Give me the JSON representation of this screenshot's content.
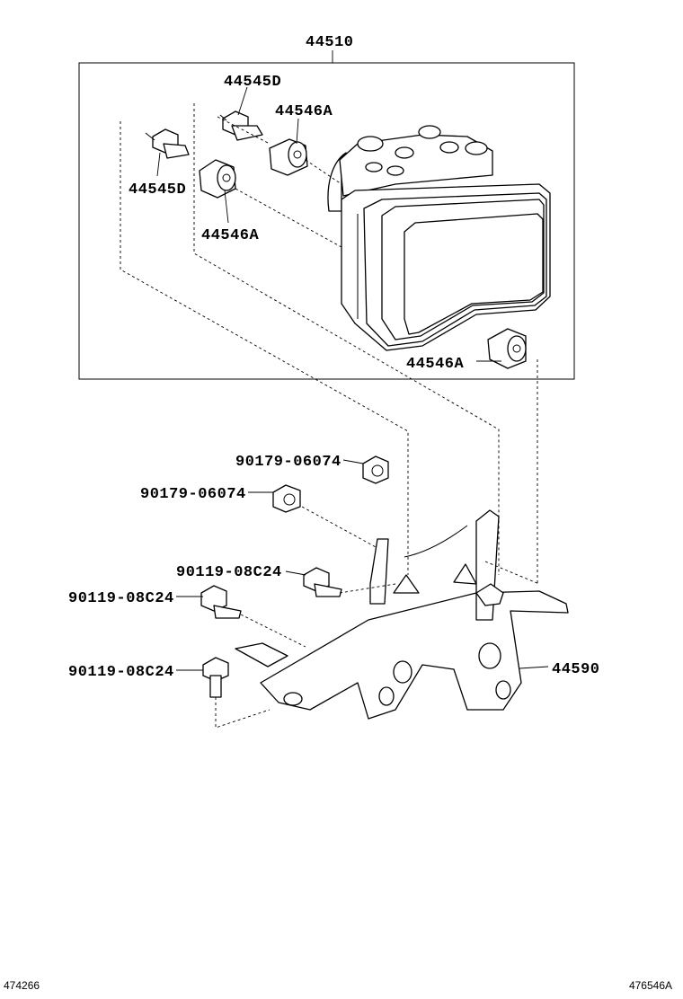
{
  "labels": {
    "assembly": "44510",
    "bolt_upper": "44545D",
    "bolt_left": "44545D",
    "cushion_upper": "44546A",
    "cushion_left": "44546A",
    "cushion_lower": "44546A",
    "nut_1": "90179-06074",
    "nut_2": "90179-06074",
    "bolt_1": "90119-08C24",
    "bolt_2": "90119-08C24",
    "bolt_3": "90119-08C24",
    "bracket": "44590"
  },
  "footer": {
    "left_code": "474266",
    "right_code": "476546A"
  }
}
